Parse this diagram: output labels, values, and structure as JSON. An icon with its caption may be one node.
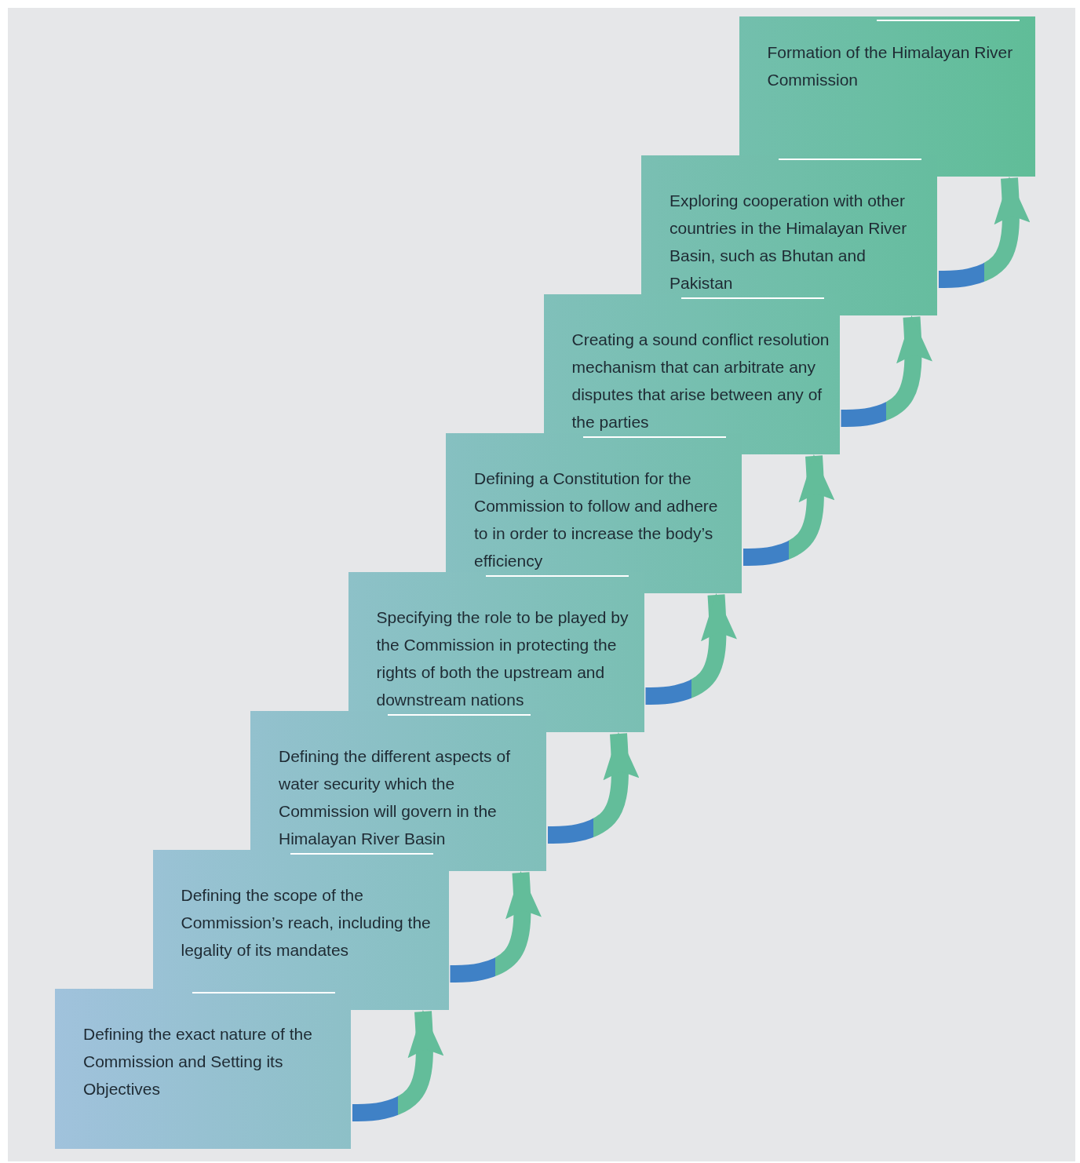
{
  "diagram": {
    "nodes": [
      {
        "text": [
          "Defining the exact nature of the Commission and Setting its Objectives"
        ]
      },
      {
        "text": [
          "Defining the scope of the Commission’s reach, including the legality of its mandates"
        ]
      },
      {
        "text": [
          "Defining the different aspects of water security which the Commission will govern in the Himalayan River Basin"
        ]
      },
      {
        "text": [
          "Specifying the role to be played by the Commission in protecting the rights of both the upstream and downstream nations"
        ]
      },
      {
        "text": [
          "Defining a Constitution for the Commission to follow and adhere to in order to increase the body’s efficiency"
        ]
      },
      {
        "text": [
          "Creating a sound conflict resolution mechanism that can arbitrate any disputes that arise between any of the parties"
        ]
      },
      {
        "text": [
          "Exploring cooperation with other countries in the Himalayan River Basin, such as Bhutan and Pakistan"
        ]
      },
      {
        "text": [
          "Formation of the Himalayan River Commission"
        ]
      }
    ],
    "edges": [
      {
        "from": 0,
        "to": 1,
        "arrow": "to"
      },
      {
        "from": 1,
        "to": 2,
        "arrow": "to"
      },
      {
        "from": 2,
        "to": 3,
        "arrow": "to"
      },
      {
        "from": 3,
        "to": 4,
        "arrow": "to"
      },
      {
        "from": 4,
        "to": 5,
        "arrow": "to"
      },
      {
        "from": 5,
        "to": 6,
        "arrow": "to"
      },
      {
        "from": 6,
        "to": 7,
        "arrow": "to"
      }
    ]
  }
}
